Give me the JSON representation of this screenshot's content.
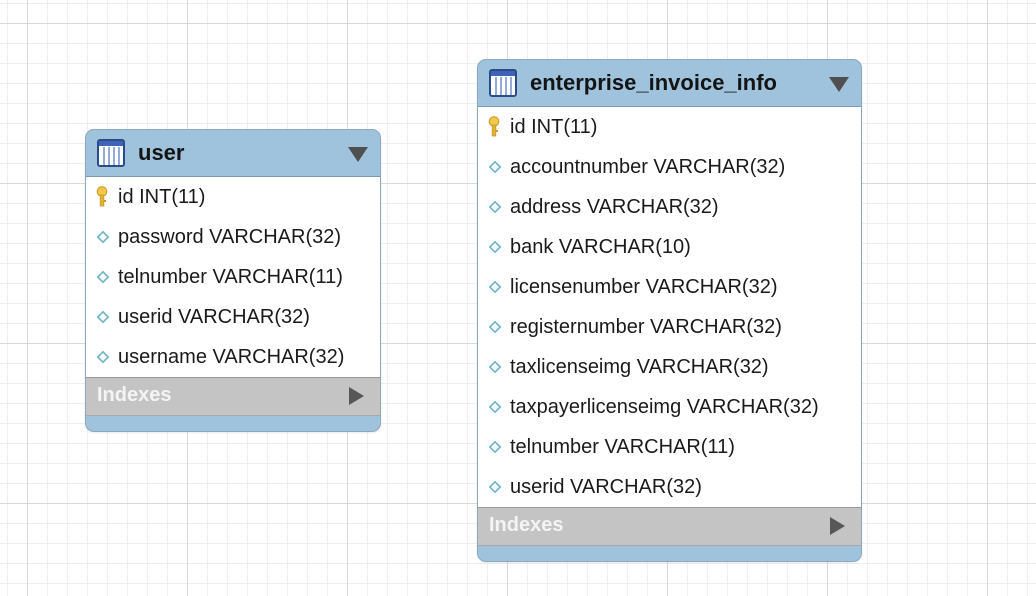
{
  "tables": [
    {
      "name": "user",
      "columns": [
        {
          "text": "id INT(11)",
          "primary_key": true
        },
        {
          "text": "password VARCHAR(32)",
          "primary_key": false
        },
        {
          "text": "telnumber VARCHAR(11)",
          "primary_key": false
        },
        {
          "text": "userid VARCHAR(32)",
          "primary_key": false
        },
        {
          "text": "username VARCHAR(32)",
          "primary_key": false
        }
      ],
      "indexes_label": "Indexes"
    },
    {
      "name": "enterprise_invoice_info",
      "columns": [
        {
          "text": "id INT(11)",
          "primary_key": true
        },
        {
          "text": "accountnumber VARCHAR(32)",
          "primary_key": false
        },
        {
          "text": "address VARCHAR(32)",
          "primary_key": false
        },
        {
          "text": "bank VARCHAR(10)",
          "primary_key": false
        },
        {
          "text": "licensenumber VARCHAR(32)",
          "primary_key": false
        },
        {
          "text": "registernumber VARCHAR(32)",
          "primary_key": false
        },
        {
          "text": "taxlicenseimg VARCHAR(32)",
          "primary_key": false
        },
        {
          "text": "taxpayerlicenseimg VARCHAR(32)",
          "primary_key": false
        },
        {
          "text": "telnumber VARCHAR(11)",
          "primary_key": false
        },
        {
          "text": "userid VARCHAR(32)",
          "primary_key": false
        }
      ],
      "indexes_label": "Indexes"
    }
  ],
  "icons": {
    "table": "table-grid-icon",
    "primary_key": "key-icon",
    "column": "diamond-icon",
    "collapse": "triangle-down-icon",
    "expand": "triangle-right-icon"
  },
  "colors": {
    "header": "#9fc3dc",
    "indexes_bar": "#c4c4c4",
    "key": "#f2c94c",
    "column_marker": "#6fb3c8"
  }
}
